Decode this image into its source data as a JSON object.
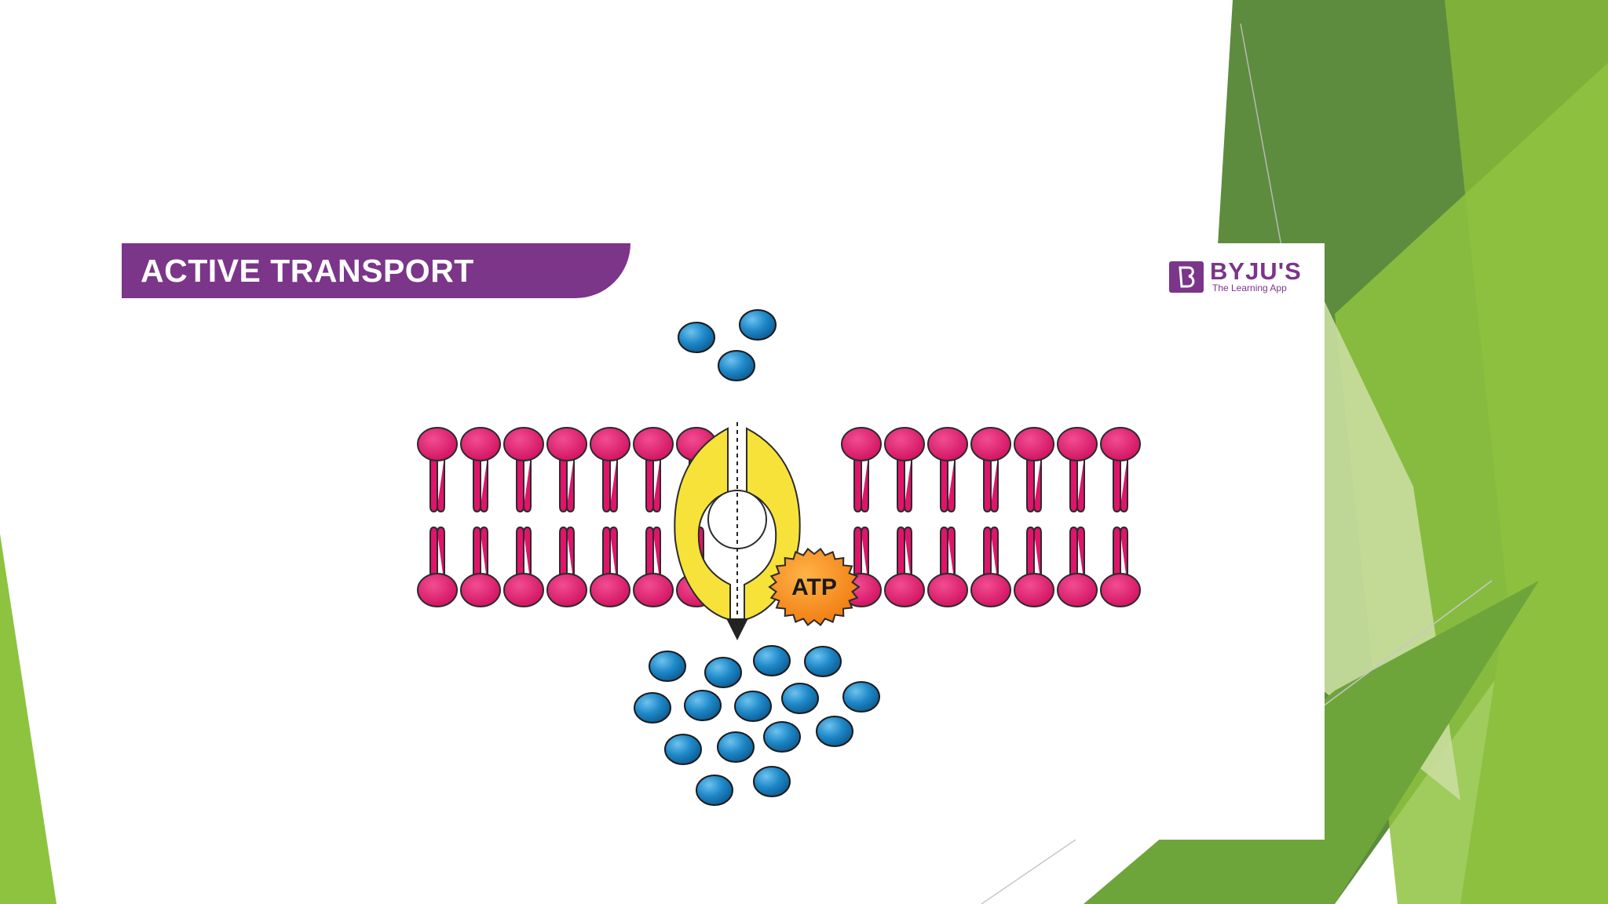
{
  "slide": {
    "title": "ACTIVE TRANSPORT",
    "brand": {
      "name": "BYJU'S",
      "tagline": "The Learning App"
    }
  },
  "diagram": {
    "carrier_label": "ATP",
    "colors": {
      "phospholipid": "#e0146a",
      "carrier_protein": "#f7e23a",
      "molecule": "#1e88c8",
      "atp": "#f7931e",
      "banner": "#7b3589",
      "frame_green": "#8ec33f"
    },
    "molecules_above_membrane": 3,
    "molecules_below_membrane": 16,
    "phospholipids_per_side": 7
  }
}
